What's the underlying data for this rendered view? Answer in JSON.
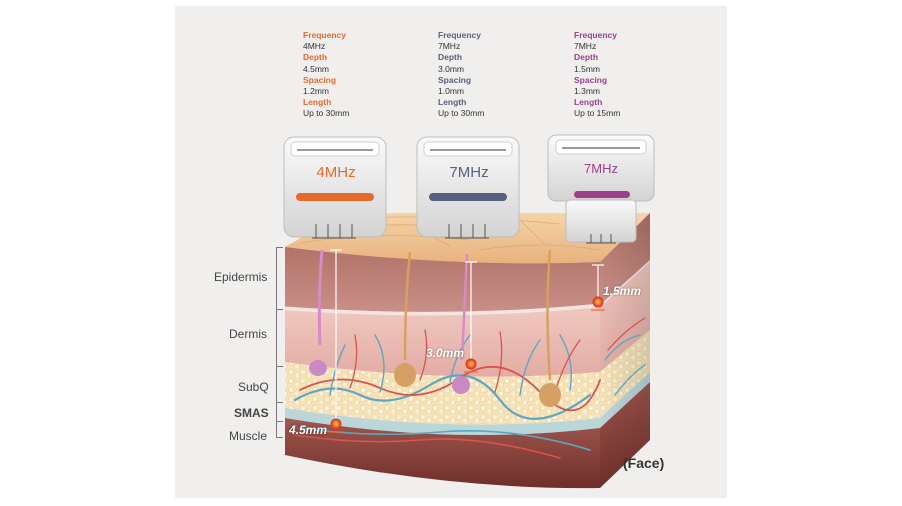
{
  "colors": {
    "transducer_a": "#e66a2c",
    "transducer_b": "#58607e",
    "transducer_c": "#9c3f8e",
    "depth_marker": "#e8362a"
  },
  "spec_keys": {
    "frequency": "Frequency",
    "depth": "Depth",
    "spacing": "Spacing",
    "length": "Length"
  },
  "transducers": [
    {
      "label": "4MHz",
      "frequency": "4MHz",
      "depth": "4.5mm",
      "spacing": "1.2mm",
      "length": "Up to 30mm",
      "depth_marker_label": "4.5mm"
    },
    {
      "label": "7MHz",
      "frequency": "7MHz",
      "depth": "3.0mm",
      "spacing": "1.0mm",
      "length": "Up to 30mm",
      "depth_marker_label": "3.0mm"
    },
    {
      "label": "7MHz",
      "frequency": "7MHz",
      "depth": "1.5mm",
      "spacing": "1.3mm",
      "length": "Up to 15mm",
      "depth_marker_label": "1.5mm"
    }
  ],
  "layers": [
    "Epidermis",
    "Dermis",
    "SubQ",
    "SMAS",
    "Muscle"
  ],
  "caption": "(Face)"
}
